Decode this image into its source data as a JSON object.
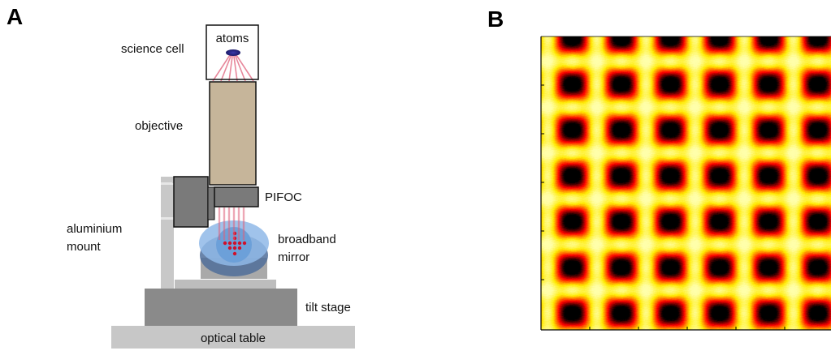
{
  "panels": {
    "a": {
      "letter": "A",
      "labels": {
        "atoms": "atoms",
        "science_cell": "science cell",
        "objective": "objective",
        "pifoc": "PIFOC",
        "aluminium": "aluminium",
        "mount": "mount",
        "broadband": "broadband",
        "mirror": "mirror",
        "tilt_stage": "tilt stage",
        "optical_table": "optical table"
      },
      "colors": {
        "objective": "#c6b59a",
        "pifoc": "#7a7a7a",
        "mount": "#c8c8c8",
        "tilt_stage": "#8a8a8a",
        "optical_table": "#c7c7c7",
        "atoms": "#2b2a8a",
        "beam": "#e0607a",
        "mirror_blue": "#5f8fcf",
        "spots": "#d0102a"
      }
    },
    "b": {
      "letter": "B",
      "colors": {
        "peak": "#fffb60",
        "mid": "#ff3a00",
        "trough": "#000000"
      }
    }
  }
}
